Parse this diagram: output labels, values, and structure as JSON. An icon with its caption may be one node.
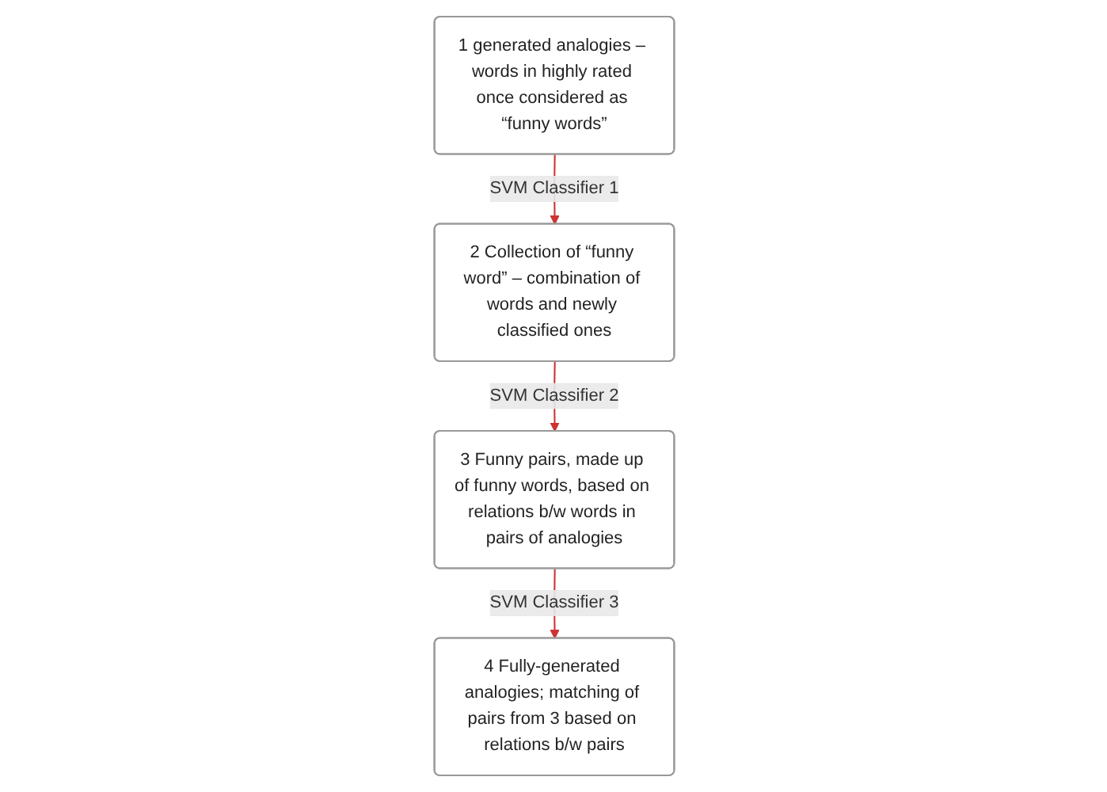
{
  "diagram": {
    "nodes": [
      {
        "text": [
          "1 generated analogies – words in highly rated once considered as “funny words”"
        ]
      },
      {
        "text": [
          "2 Collection of “funny word” – combination of words and newly classified ones"
        ]
      },
      {
        "text": [
          "3 Funny pairs, made up of funny words, based on relations b/w words in pairs of analogies"
        ]
      },
      {
        "text": [
          "4 Fully-generated analogies; matching of pairs from 3 based on relations b/w pairs"
        ]
      }
    ],
    "edges": [
      {
        "from": 0,
        "to": 1,
        "arrow": "to",
        "label": "SVM Classifier 1"
      },
      {
        "from": 1,
        "to": 2,
        "arrow": "to",
        "label": "SVM Classifier 2"
      },
      {
        "from": 2,
        "to": 3,
        "arrow": "to",
        "label": "SVM Classifier 3"
      }
    ]
  }
}
